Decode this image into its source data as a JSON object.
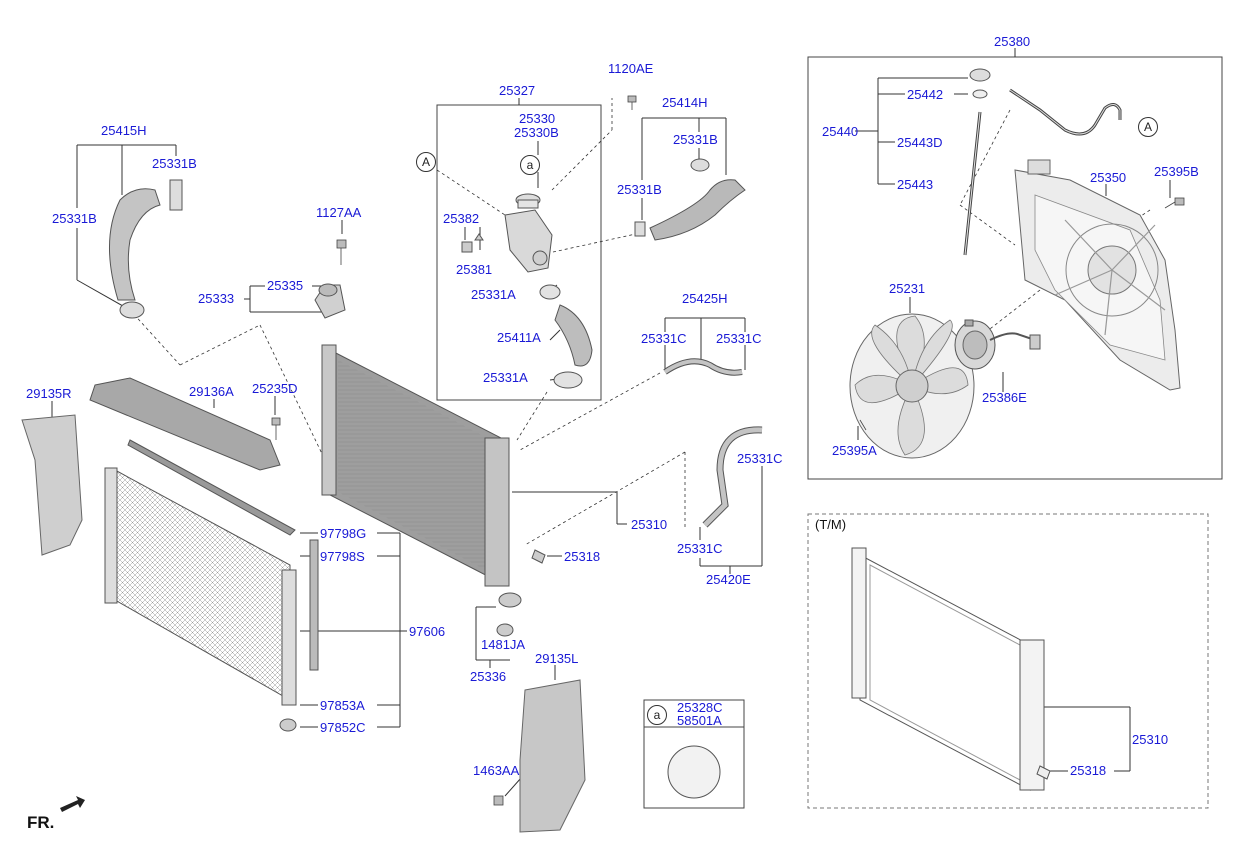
{
  "diagram": {
    "labels": {
      "p25380": "25380",
      "p25442": "25442",
      "p25440": "25440",
      "p25443D": "25443D",
      "p25443": "25443",
      "p25350": "25350",
      "p25395B": "25395B",
      "p25231": "25231",
      "p25386E": "25386E",
      "p25395A": "25395A",
      "p1120AE": "1120AE",
      "p25327": "25327",
      "p25330": "25330",
      "p25330B": "25330B",
      "p25414H": "25414H",
      "p25331B_hose": "25331B",
      "p25331B_clamp": "25331B",
      "p25382": "25382",
      "p25381": "25381",
      "p25331A_top": "25331A",
      "p25411A": "25411A",
      "p25331A_bot": "25331A",
      "p25415H": "25415H",
      "p25331B_left_top": "25331B",
      "p25331B_left": "25331B",
      "p1127AA": "1127AA",
      "p25335": "25335",
      "p25333": "25333",
      "p25425H": "25425H",
      "p25331C_a": "25331C",
      "p25331C_b": "25331C",
      "p29135R": "29135R",
      "p29136A": "29136A",
      "p25235D": "25235D",
      "p25331C_c": "25331C",
      "p25310": "25310",
      "p25331C_d": "25331C",
      "p25318": "25318",
      "p25420E": "25420E",
      "p97798G": "97798G",
      "p97798S": "97798S",
      "p97606": "97606",
      "p97853A": "97853A",
      "p97852C": "97852C",
      "p1481JA": "1481JA",
      "p25336": "25336",
      "p29135L": "29135L",
      "p1463AA": "1463AA",
      "p25328C": "25328C",
      "p58501A": "58501A",
      "p25310_tm": "25310",
      "p25318_tm": "25318"
    },
    "tm_label": "(T/M)",
    "front_label": "FR.",
    "ref_a": "a",
    "ref_A": "A"
  }
}
